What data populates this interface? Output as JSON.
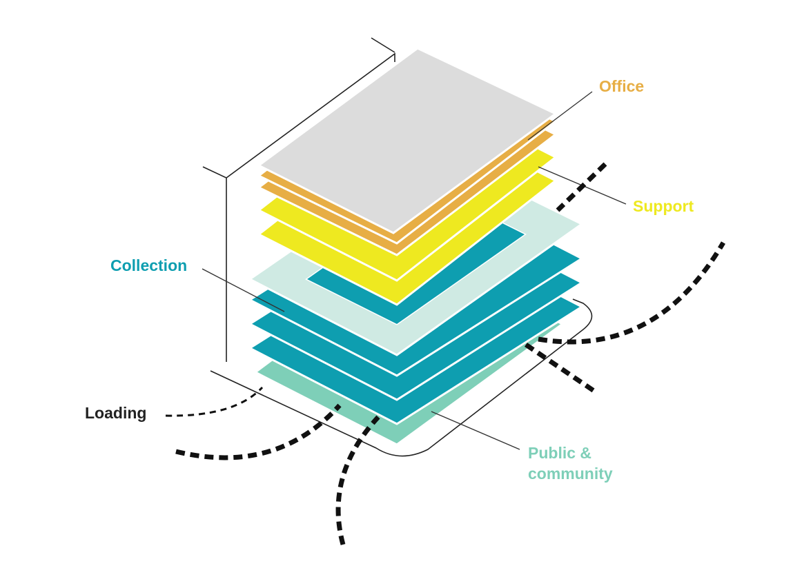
{
  "labels": {
    "office": "Office",
    "support": "Support",
    "collection": "Collection",
    "loading": "Loading",
    "public_community": "Public & community"
  },
  "colors": {
    "office": "#e7ae45",
    "support": "#eee920",
    "collection": "#0e9eb0",
    "collection_light": "#cfeae3",
    "public_community": "#7ecfb8",
    "roof": "#dcdcdc",
    "line": "#222222",
    "loading_path": "#111111"
  }
}
